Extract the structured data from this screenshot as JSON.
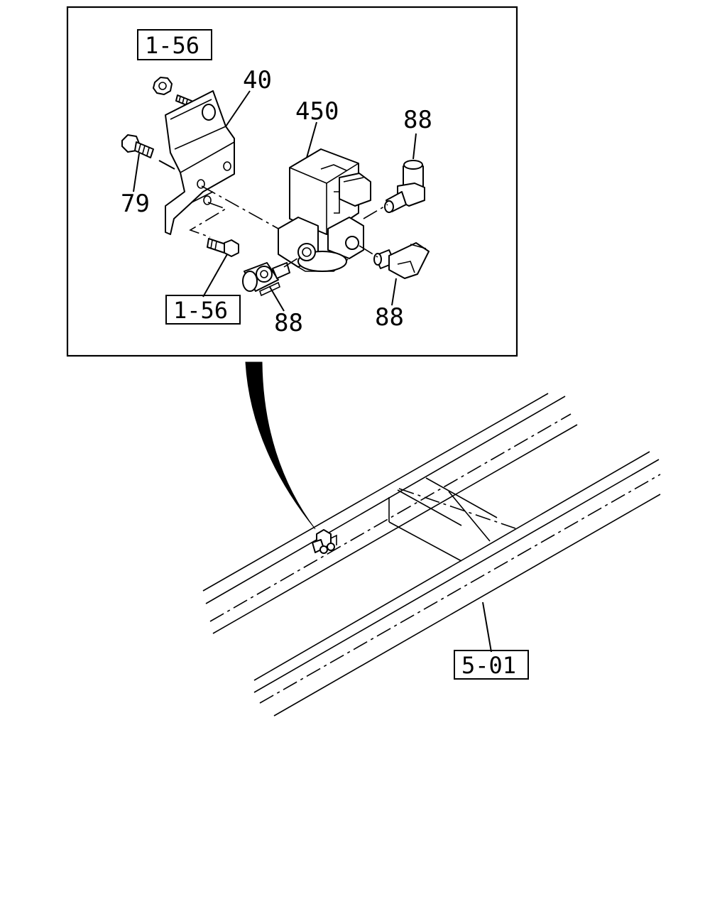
{
  "diagram": {
    "callouts": {
      "bracket": "40",
      "valve": "450",
      "bolt": "79",
      "fitting_top_right": "88",
      "fitting_bottom_left": "88",
      "fitting_bottom_right": "88"
    },
    "references": {
      "nut_ref": "1-56",
      "bolt_ref": "1-56",
      "frame_ref": "5-01"
    }
  }
}
